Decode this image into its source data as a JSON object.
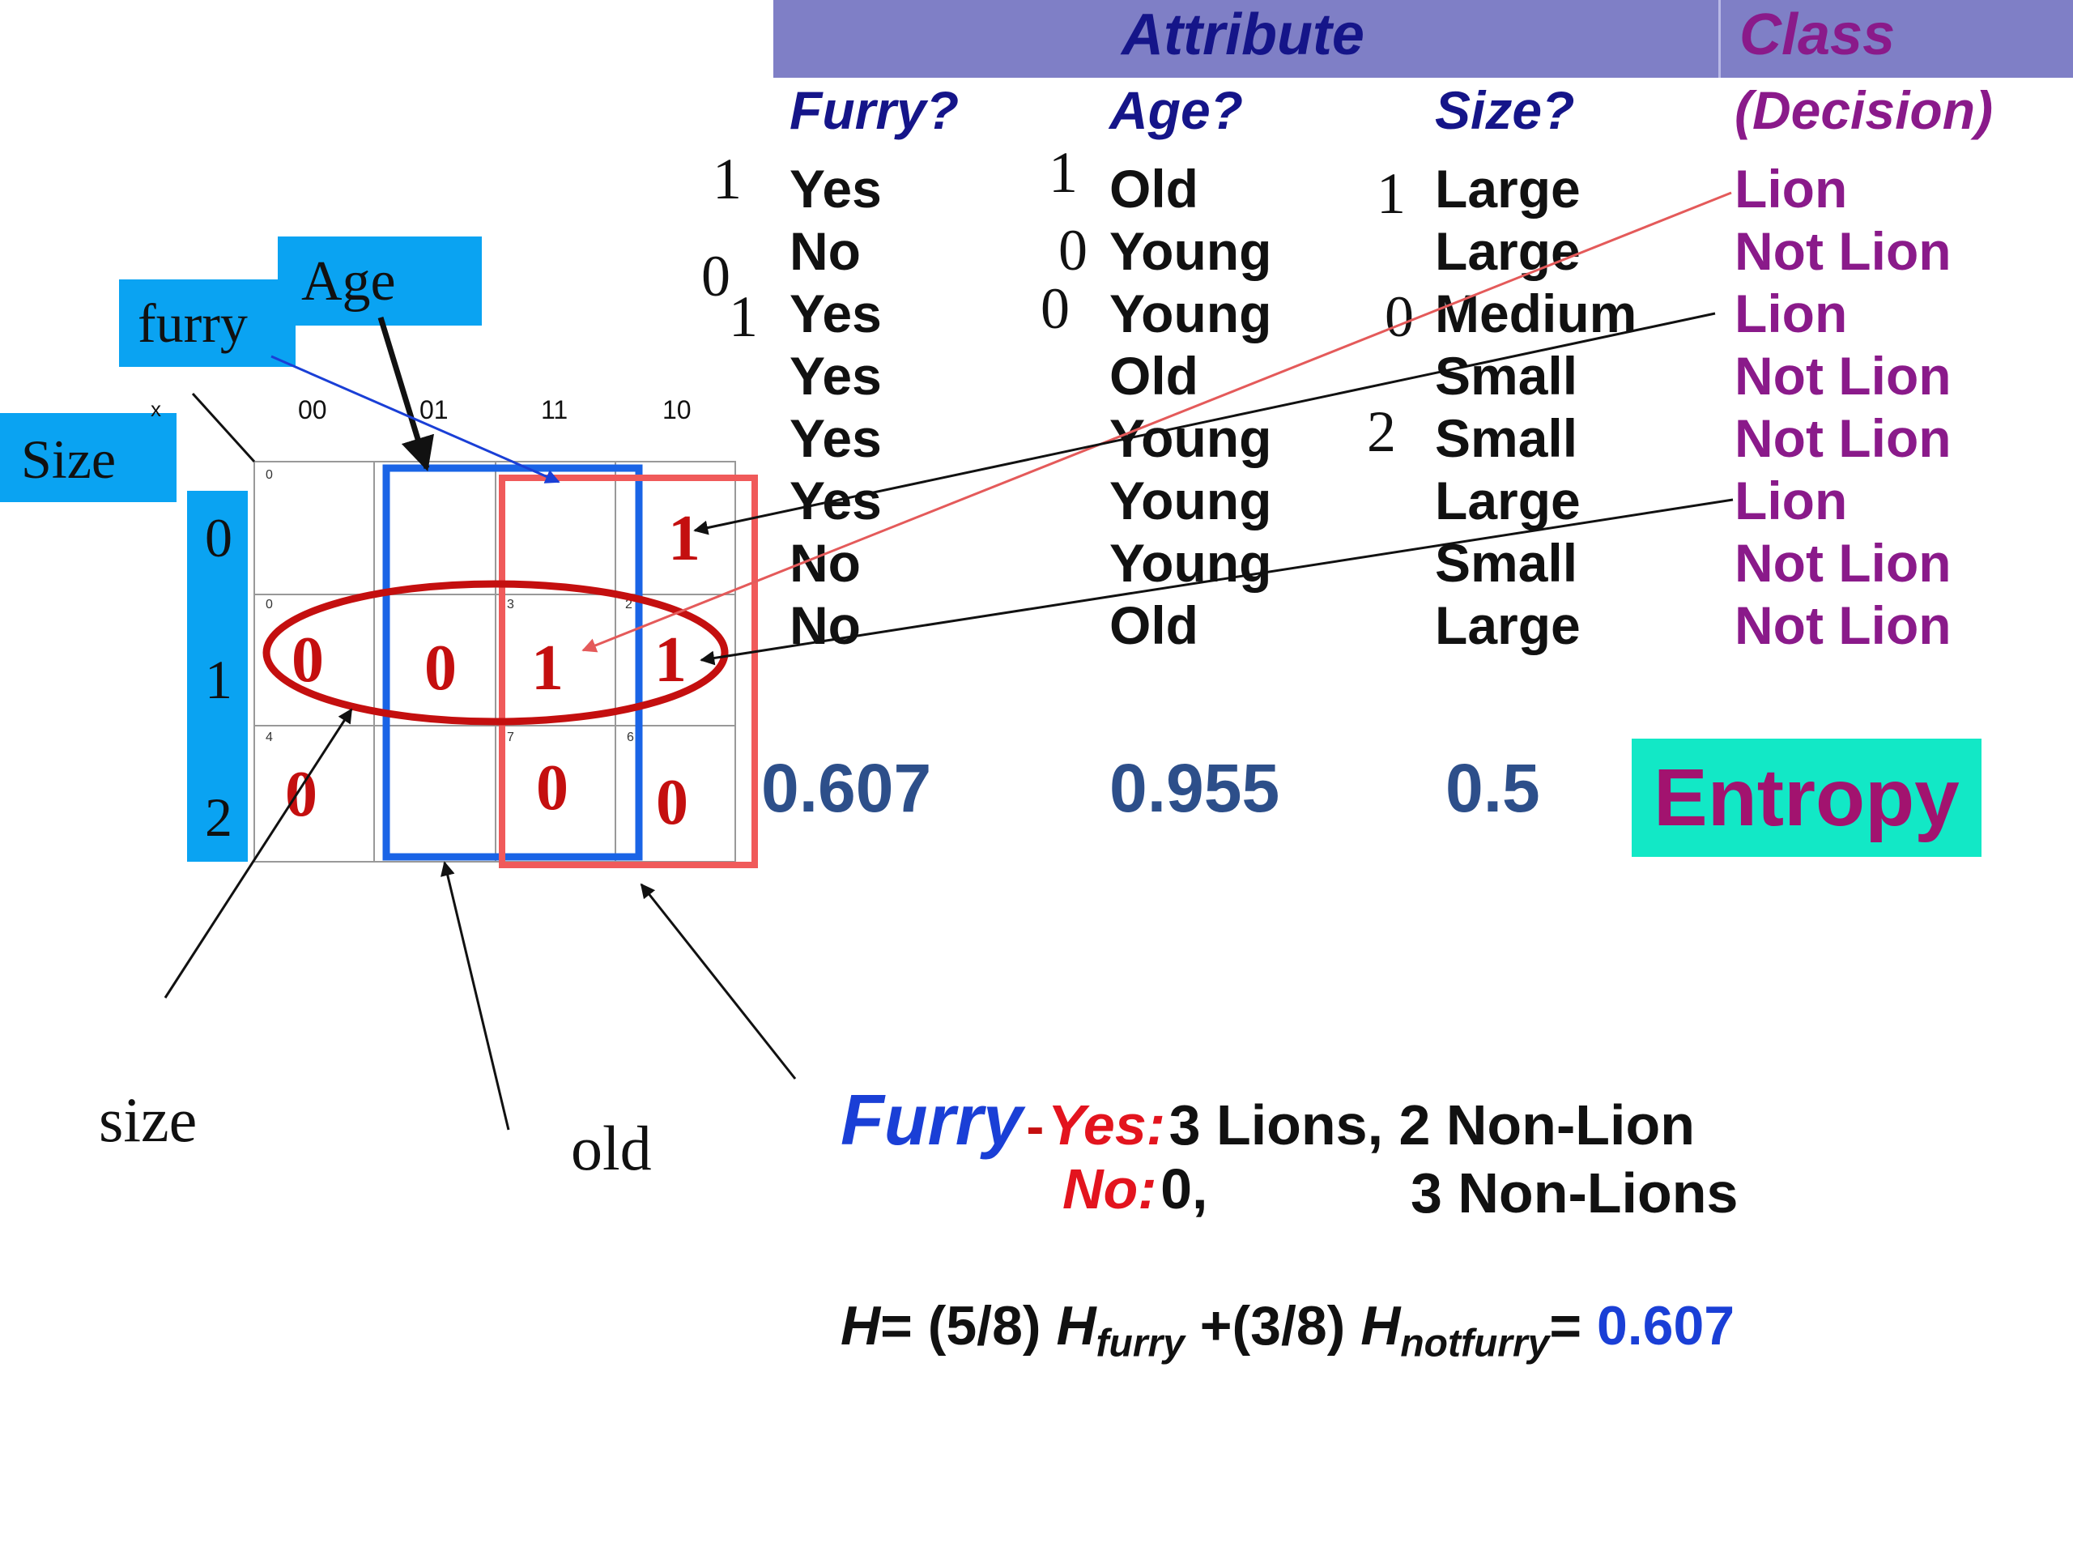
{
  "header": {
    "attribute": "Attribute",
    "class": "Class"
  },
  "columns": {
    "furry": "Furry?",
    "age": "Age?",
    "size": "Size?",
    "decision": "(Decision)"
  },
  "rows": [
    {
      "furry": "Yes",
      "age": "Old",
      "size": "Large",
      "cls": "Lion"
    },
    {
      "furry": "No",
      "age": "Young",
      "size": "Large",
      "cls": "Not Lion"
    },
    {
      "furry": "Yes",
      "age": "Young",
      "size": "Medium",
      "cls": "Lion"
    },
    {
      "furry": "Yes",
      "age": "Old",
      "size": "Small",
      "cls": "Not Lion"
    },
    {
      "furry": "Yes",
      "age": "Young",
      "size": "Small",
      "cls": "Not Lion"
    },
    {
      "furry": "Yes",
      "age": "Young",
      "size": "Large",
      "cls": "Lion"
    },
    {
      "furry": "No",
      "age": "Young",
      "size": "Small",
      "cls": "Not Lion"
    },
    {
      "furry": "No",
      "age": "Old",
      "size": "Large",
      "cls": "Not Lion"
    }
  ],
  "encodings": {
    "furry_yes": "1",
    "furry_no": "0",
    "furry_yes2": "1",
    "age_old": "1",
    "age_young": "0",
    "age_young2": "0",
    "size_large": "1",
    "size_medium": "0",
    "size_small": "2"
  },
  "entropy": {
    "furry": "0.607",
    "age": "0.955",
    "size": "0.5",
    "label": "Entropy"
  },
  "kmap": {
    "labels": {
      "age": "Age",
      "furry": "furry",
      "size": "Size"
    },
    "col_headers": [
      "00",
      "01",
      "11",
      "10"
    ],
    "row_headers": [
      "0",
      "1",
      "2"
    ],
    "corner_mark": "x",
    "cell_indices": [
      "0",
      "",
      "",
      "",
      "0",
      "",
      "3",
      "2",
      "4",
      "",
      "7",
      "6"
    ],
    "values": [
      "",
      "",
      "",
      "1",
      "0",
      "0",
      "1",
      "1",
      "0",
      "",
      "0",
      "0"
    ]
  },
  "annotations": {
    "size": "size",
    "old": "old"
  },
  "summary": {
    "furry": "Furry",
    "dash": "-",
    "yes_label": "Yes:",
    "yes_text": "3 Lions, 2 Non-Lion",
    "no_label": "No:",
    "no_text_a": "0,",
    "no_text_b": "3 Non-Lions"
  },
  "formula": {
    "h": "H",
    "eq1": "= (5/8) ",
    "h2": "H",
    "sub_furry": "furry",
    "mid": " +(3/8) ",
    "h3": "H",
    "sub_notfurry": "notfurry",
    "eq2": "= ",
    "result": "0.607"
  },
  "colors": {
    "header_bar": "#7f7fc6",
    "label_blue": "#0aa3f2",
    "entropy_box": "#12e8c6",
    "red": "#c40f0f",
    "purple": "#8a1a8a",
    "navy": "#151589"
  }
}
